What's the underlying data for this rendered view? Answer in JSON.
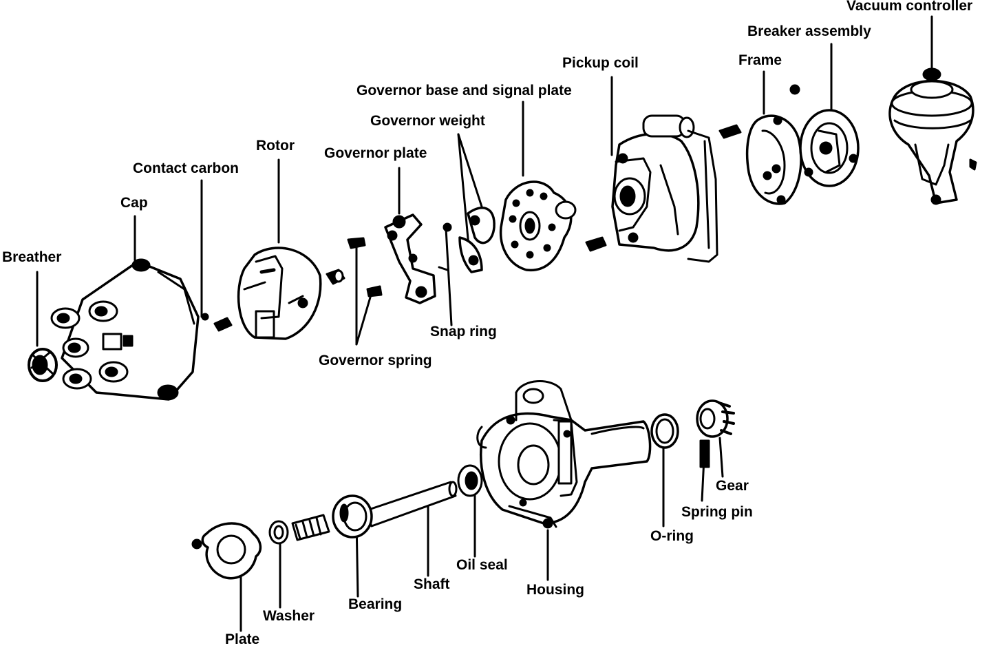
{
  "labels": {
    "vacuum_controller": "Vacuum controller",
    "breaker_assembly": "Breaker assembly",
    "frame": "Frame",
    "pickup_coil": "Pickup coil",
    "governor_base_signal_plate": "Governor base and signal plate",
    "governor_weight": "Governor weight",
    "governor_plate": "Governor plate",
    "rotor": "Rotor",
    "contact_carbon": "Contact carbon",
    "cap": "Cap",
    "breather": "Breather",
    "snap_ring": "Snap ring",
    "governor_spring": "Governor spring",
    "gear": "Gear",
    "spring_pin": "Spring pin",
    "o_ring": "O-ring",
    "oil_seal": "Oil seal",
    "shaft": "Shaft",
    "housing": "Housing",
    "bearing": "Bearing",
    "washer": "Washer",
    "plate": "Plate"
  },
  "colors": {
    "ink": "#000000",
    "paper": "#ffffff"
  }
}
